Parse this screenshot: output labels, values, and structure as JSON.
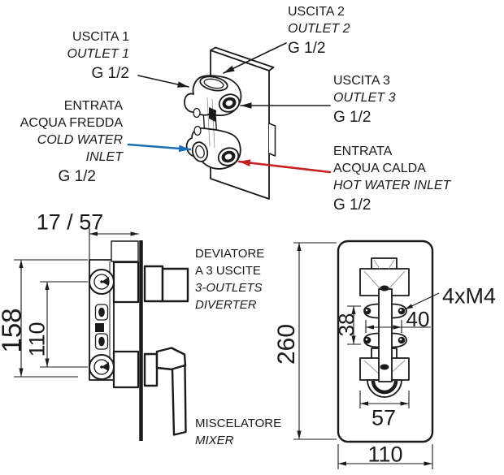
{
  "labels": {
    "outlet1": {
      "l1": "USCITA 1",
      "l2": "OUTLET 1",
      "l3": "G 1/2"
    },
    "outlet2": {
      "l1": "USCITA 2",
      "l2": "OUTLET 2",
      "l3": "G 1/2"
    },
    "outlet3": {
      "l1": "USCITA 3",
      "l2": "OUTLET 3",
      "l3": "G 1/2"
    },
    "cold_inlet": {
      "l1": "ENTRATA",
      "l2": "ACQUA FREDDA",
      "l3": "COLD WATER",
      "l4": "INLET",
      "l5": "G 1/2"
    },
    "hot_inlet": {
      "l1": "ENTRATA",
      "l2": "ACQUA CALDA",
      "l3": "HOT WATER INLET",
      "l4": "G 1/2"
    },
    "diverter": {
      "l1": "DEVIATORE",
      "l2": "A 3 USCITE",
      "l3": "3-OUTLETS",
      "l4": "DIVERTER"
    },
    "mixer": {
      "l1": "MISCELATORE",
      "l2": "MIXER"
    }
  },
  "dimensions": {
    "wall_depth": "17 / 57",
    "body_height": "158",
    "cartridge_spacing": "110",
    "plate_height": "260",
    "screw_vertical": "38",
    "screw_horizontal": "40",
    "body_width": "57",
    "plate_width": "110",
    "screw_spec": "4xM4"
  },
  "colors": {
    "line": "#1a1a1a",
    "cold_arrow": "#1e6eb5",
    "hot_arrow": "#c92121"
  }
}
